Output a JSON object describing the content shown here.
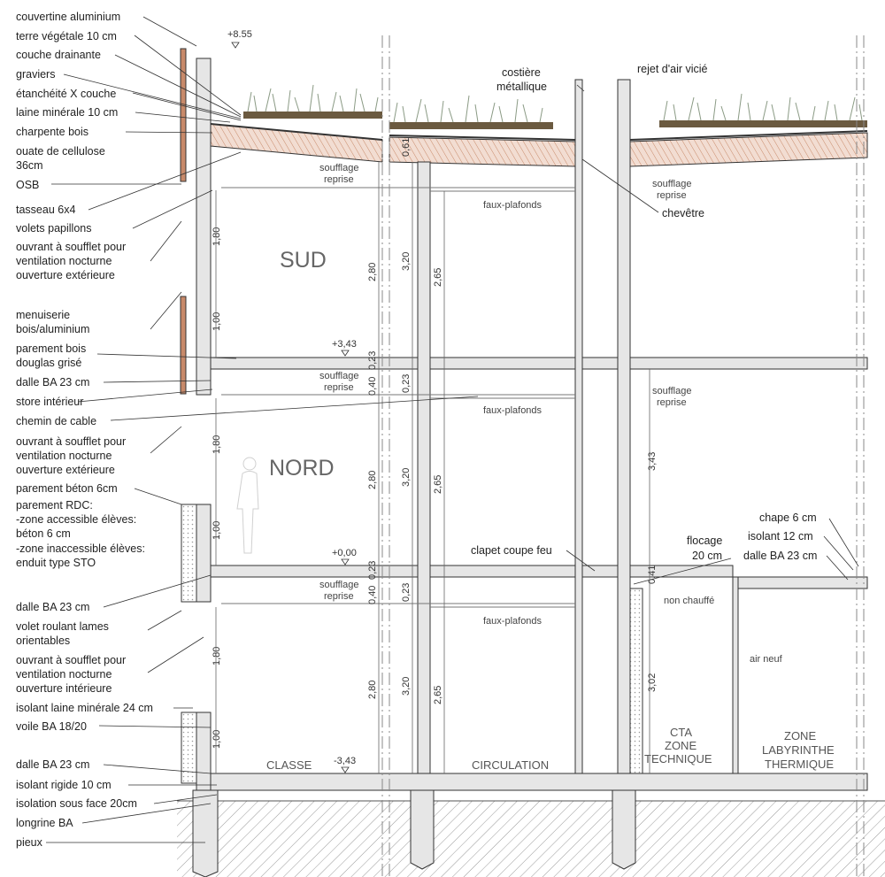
{
  "labels_left": [
    "couvertine aluminium",
    "terre végétale 10 cm",
    "couche drainante",
    "graviers",
    "étanchéité X couche",
    "laine minérale 10 cm",
    "charpente bois",
    "ouate de cellulose",
    "36cm",
    "OSB",
    "tasseau 6x4",
    "volets papillons",
    "ouvrant à soufflet pour",
    "ventilation nocturne",
    "ouverture extérieure",
    "menuiserie",
    "bois/aluminium",
    "parement bois",
    "douglas grisé",
    "dalle BA 23 cm",
    "store intérieur",
    "chemin de cable",
    "ouvrant à soufflet pour",
    "ventilation nocturne",
    "ouverture extérieure",
    "parement béton 6cm",
    "parement RDC:",
    "-zone accessible élèves:",
    "béton 6 cm",
    "-zone inaccessible élèves:",
    "enduit type STO",
    "dalle BA 23 cm",
    "volet roulant lames",
    "orientables",
    "ouvrant à soufflet pour",
    "ventilation nocturne",
    "ouverture intérieure",
    "isolant laine minérale 24 cm",
    "voile BA 18/20",
    "dalle BA 23 cm",
    "isolant rigide 10 cm",
    "isolation sous face 20cm",
    "longrine BA",
    "pieux"
  ],
  "levels": [
    "+8.55",
    "+3,43",
    "+0,00",
    "-3,43"
  ],
  "rooms": {
    "sud": "SUD",
    "nord": "NORD",
    "classe": "CLASSE",
    "circulation": "CIRCULATION"
  },
  "zones": {
    "cta_1": "CTA",
    "cta_2": "ZONE",
    "cta_3": "TECHNIQUE",
    "lab_1": "ZONE",
    "lab_2": "LABYRINTHE",
    "lab_3": "THERMIQUE"
  },
  "annotations": {
    "costiere_1": "costière",
    "costiere_2": "métallique",
    "rejet": "rejet d'air vicié",
    "chevetre": "chevêtre",
    "soufflage": "soufflage",
    "reprise": "reprise",
    "faux_plafonds": "faux-plafonds",
    "clapet": "clapet coupe feu",
    "flocage_1": "flocage",
    "flocage_2": "20 cm",
    "chape": "chape 6 cm",
    "isolant12": "isolant 12 cm",
    "dalle23": "dalle BA 23 cm",
    "non_chauffe": "non chauffé",
    "air_neuf": "air neuf"
  },
  "dimensions": {
    "d180": "1,80",
    "d100": "1,00",
    "d280": "2,80",
    "d320": "3,20",
    "d265": "2,65",
    "d040": "0,40",
    "d023": "0,23",
    "d061": "0,61",
    "d343": "3,43",
    "d041": "0,41",
    "d302": "3,02"
  },
  "colors": {
    "concrete": "#e6e6e6",
    "line": "#333333",
    "timber": "#c88a6a",
    "soil": "#6b5a40",
    "plant": "#8a9a84"
  }
}
